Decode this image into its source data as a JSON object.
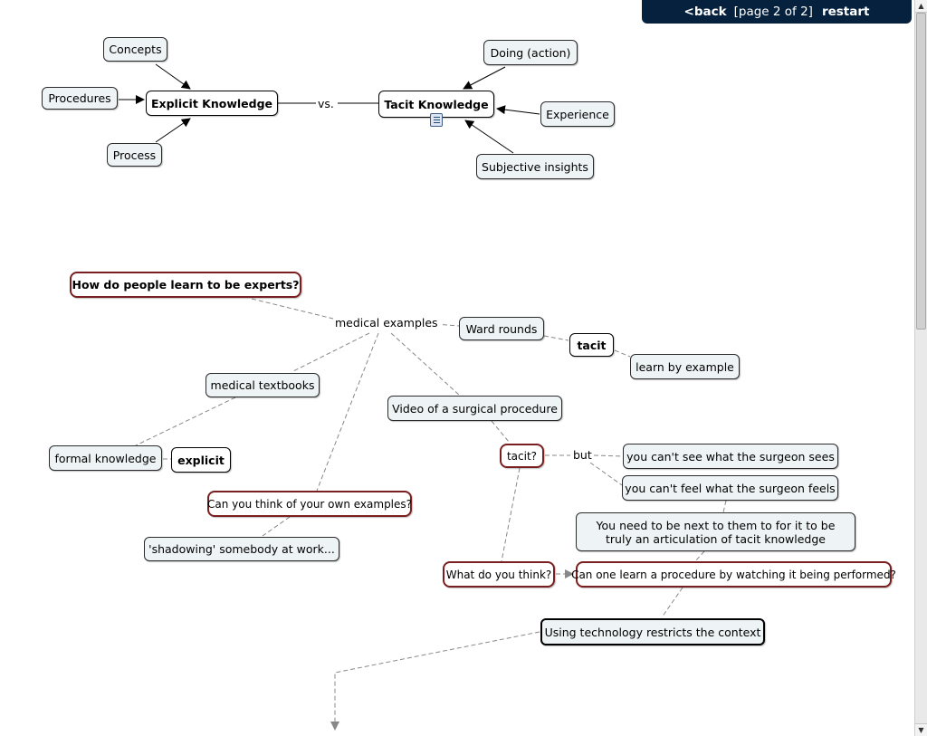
{
  "nav": {
    "back_label": "<back",
    "page_label": "[page 2 of 2]",
    "restart_label": "restart"
  },
  "concepts": {
    "explicit_knowledge": "Explicit Knowledge",
    "tacit_knowledge": "Tacit Knowledge",
    "concepts": "Concepts",
    "procedures": "Procedures",
    "process": "Process",
    "doing_action": "Doing (action)",
    "experience": "Experience",
    "subjective_insights": "Subjective insights",
    "vs": "vs.",
    "question_experts": "How do people learn to be experts?",
    "medical_examples": "medical examples",
    "ward_rounds": "Ward rounds",
    "tacit": "tacit",
    "learn_by_example": "learn by example",
    "medical_textbooks": "medical textbooks",
    "video_surgical": "Video of a surgical procedure",
    "formal_knowledge": "formal knowledge",
    "explicit": "explicit",
    "tacit_question": "tacit?",
    "but": "but",
    "cant_see": "you can't see what the surgeon sees",
    "cant_feel": "you can't feel what the surgeon feels",
    "next_to_them": "You need to be next to them to for it to be truly an articulation of tacit knowledge",
    "own_examples": "Can you think of your own examples?",
    "shadowing": "'shadowing' somebody at work...",
    "what_do_you_think": "What do you think?",
    "learn_procedure": "Can one learn a procedure by watching it being performed?",
    "technology_context": "Using technology restricts the context"
  },
  "icons": {
    "note": "note-icon"
  },
  "colors": {
    "navbar": "#06213d",
    "question_border": "#7a1f1f",
    "node_fill": "#eef3f5"
  }
}
